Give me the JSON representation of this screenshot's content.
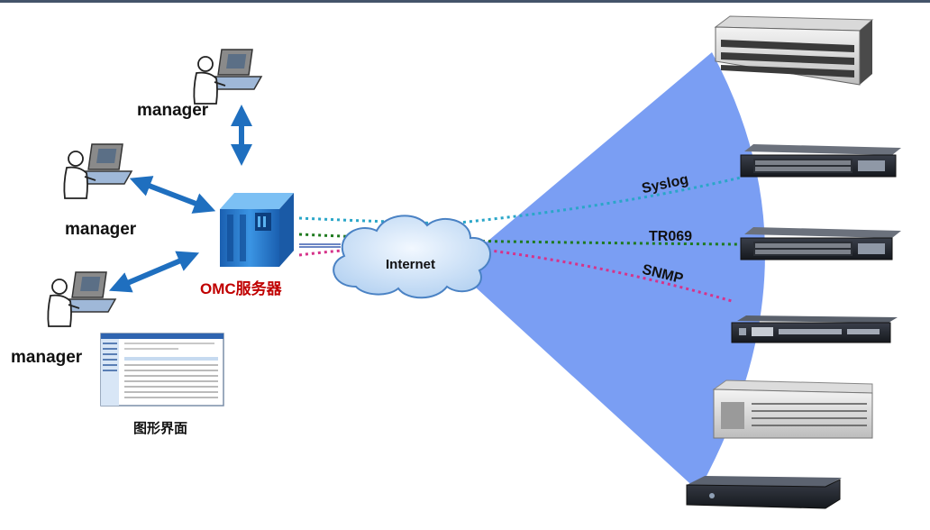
{
  "managers": [
    {
      "label": "manager"
    },
    {
      "label": "manager"
    },
    {
      "label": "manager"
    }
  ],
  "server": {
    "label": "OMC服务器"
  },
  "gui": {
    "label": "图形界面"
  },
  "network": {
    "label": "Internet"
  },
  "protocols": [
    {
      "label": "Syslog",
      "color": "#2aa6c8"
    },
    {
      "label": "TR069",
      "color": "#1f7a1f"
    },
    {
      "label": "SNMP",
      "color": "#d6338a"
    }
  ],
  "colors": {
    "beam": "#6f96f2",
    "arrow": "#1f6fbf",
    "server_body": "#2e7fd0",
    "cloud_fill": "#cfe3f7",
    "cloud_stroke": "#4a82c4",
    "top_rule": "#44546a"
  },
  "devices": [
    {
      "icon": "server-rack-icon"
    },
    {
      "icon": "network-switch-icon"
    },
    {
      "icon": "network-switch-icon"
    },
    {
      "icon": "olt-device-icon"
    },
    {
      "icon": "server-chassis-icon"
    },
    {
      "icon": "set-top-box-icon"
    }
  ]
}
